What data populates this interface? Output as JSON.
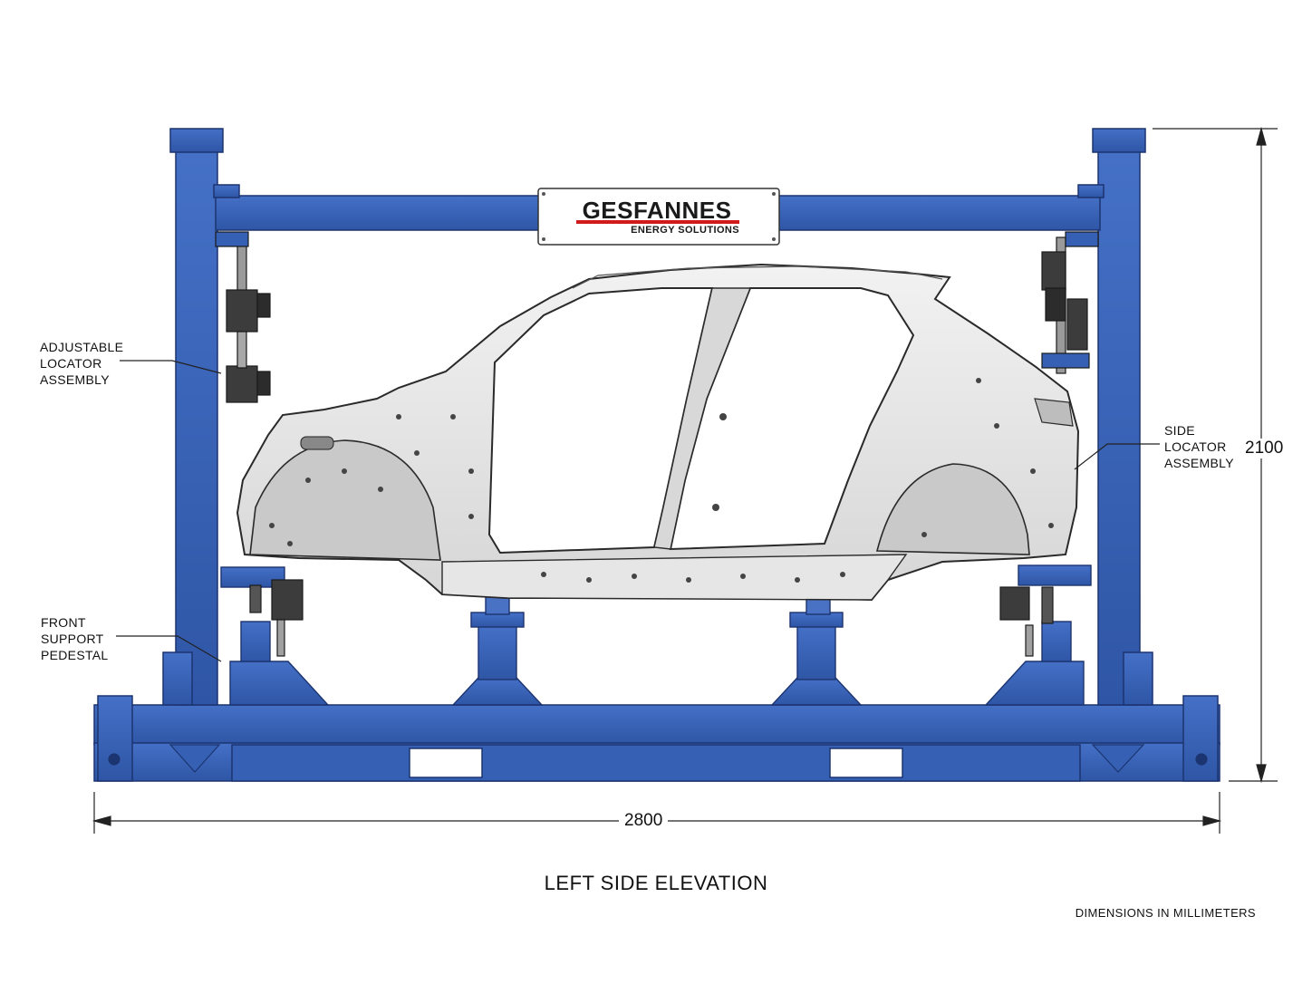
{
  "logo": {
    "name": "GESFANNES",
    "subtitle": "ENERGY SOLUTIONS",
    "accent_color": "#d11a1a"
  },
  "callouts": {
    "adjustable_locator": [
      "ADJUSTABLE",
      "LOCATOR",
      "ASSEMBLY"
    ],
    "side_locator": [
      "SIDE",
      "LOCATOR",
      "ASSEMBLY"
    ],
    "front_support": [
      "FRONT",
      "SUPPORT",
      "PEDESTAL"
    ]
  },
  "dimensions": {
    "width": "2800",
    "height": "2100"
  },
  "view_title": "LEFT SIDE ELEVATION",
  "units_note": "DIMENSIONS IN MILLIMETERS",
  "colors": {
    "frame_blue": "#3a63b8",
    "frame_outline": "#1c3470",
    "body_shell": "#e4e4e4",
    "line": "#222222"
  }
}
